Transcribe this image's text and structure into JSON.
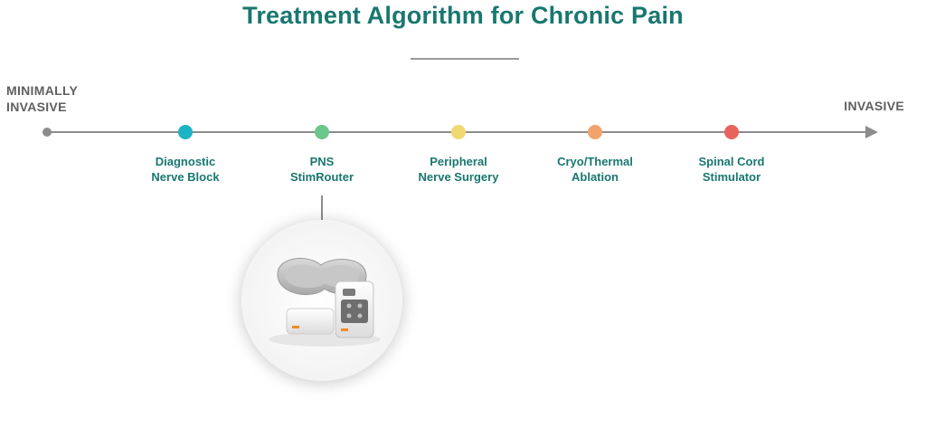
{
  "title": "Treatment Algorithm for Chronic Pain",
  "scale": {
    "left_label": [
      "MINIMALLY",
      "INVASIVE"
    ],
    "right_label": "INVASIVE"
  },
  "steps": [
    {
      "label": [
        "Diagnostic",
        "Nerve Block"
      ],
      "color": "#1db3c2"
    },
    {
      "label": [
        "PNS",
        "StimRouter"
      ],
      "color": "#6dc68b"
    },
    {
      "label": [
        "Peripheral",
        "Nerve Surgery"
      ],
      "color": "#f0d873"
    },
    {
      "label": [
        "Cryo/Thermal",
        "Ablation"
      ],
      "color": "#f2a36b"
    },
    {
      "label": [
        "Spinal Cord",
        "Stimulator"
      ],
      "color": "#e8635c"
    }
  ],
  "colors": {
    "title": "#19776f",
    "axis": "#8c8c8c",
    "end_labels": "#5f5f5f"
  },
  "highlight_step": "PNS StimRouter",
  "product_icon": "device-photo-icon"
}
